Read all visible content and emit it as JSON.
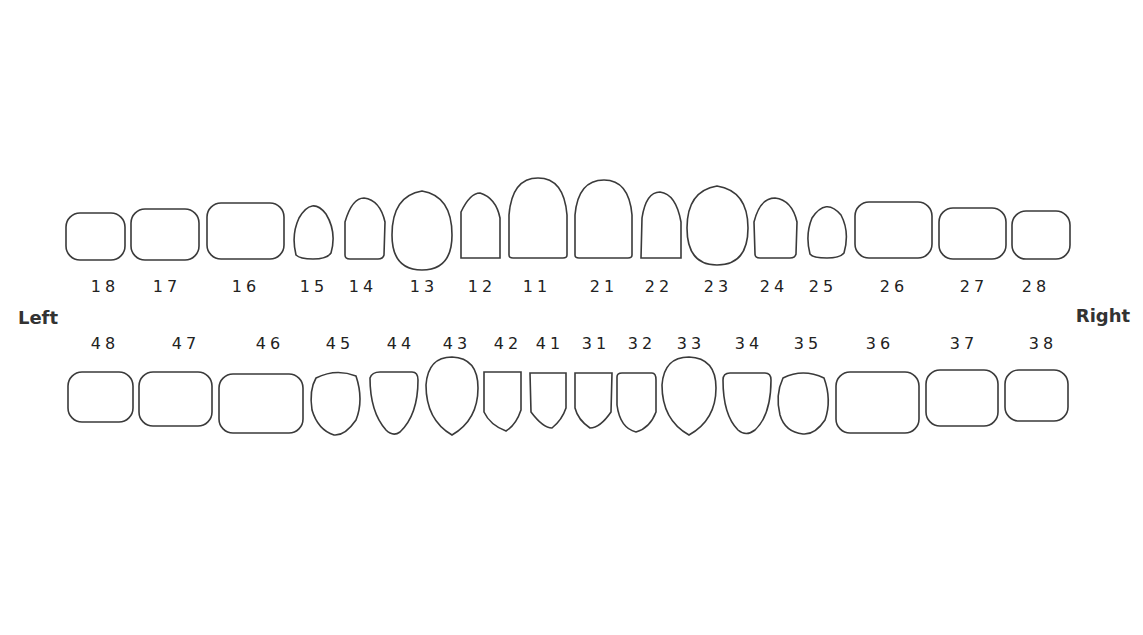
{
  "diagram": {
    "labels": [
      "18",
      "17",
      "16",
      "15",
      "14",
      "13",
      "12",
      "11",
      "21",
      "22",
      "23",
      "24",
      "25",
      "26",
      "27",
      "28",
      "Left",
      "Right",
      "48",
      "47",
      "46",
      "45",
      "44",
      "43",
      "42",
      "41",
      "31",
      "32",
      "33",
      "34",
      "35",
      "36",
      "37",
      "38"
    ]
  }
}
